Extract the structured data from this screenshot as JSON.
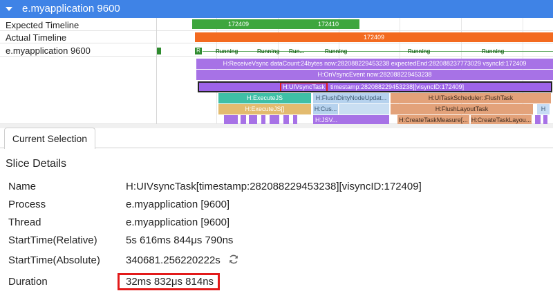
{
  "header": {
    "title": "e.myapplication 9600"
  },
  "rows": {
    "expected": "Expected Timeline",
    "actual": "Actual Timeline",
    "process": "e.myapplication 9600"
  },
  "bars": {
    "expected_1": "172409",
    "expected_2": "172410",
    "actual_1": "172409"
  },
  "thread_state": {
    "r": "R",
    "running": "Running",
    "running_short": "Run..."
  },
  "slices": {
    "receive_vsync": "H:ReceiveVsync dataCount:24bytes now:282088229453238 expectedEnd:282088237773029 vsyncId:172409",
    "on_vsync": "H:OnVsyncEvent now:282088229453238",
    "ui_vsync_name": "H:UIVsyncTask",
    "ui_vsync_rest": "timestamp:282088229453238][visyncID:172409]",
    "execute_js": "H:ExecuteJS",
    "flush_dirty": "H:FlushDirtyNodeUpdat...",
    "flush_task": "H:UITaskScheduler::FlushTask",
    "execute_js2": "H:ExecuteJS[]",
    "cus": "H:Cus...",
    "flush_layout": "H:FlushLayoutTask",
    "h_single": "H",
    "jsv": "H:JSV...",
    "create_measure": "H:CreateTaskMeasure[...",
    "create_layout": "H:CreateTaskLayou..."
  },
  "panel": {
    "tab": "Current Selection",
    "section_title": "Slice Details",
    "fields": [
      {
        "label": "Name",
        "value": "H:UIVsyncTask[timestamp:282088229453238][visyncID:172409]"
      },
      {
        "label": "Process",
        "value": "e.myapplication [9600]"
      },
      {
        "label": "Thread",
        "value": "e.myapplication [9600]"
      },
      {
        "label": "StartTime(Relative)",
        "value": "5s 616ms 844μs 790ns"
      },
      {
        "label": "StartTime(Absolute)",
        "value": "340681.256220222s"
      },
      {
        "label": "Duration",
        "value": "32ms 832μs 814ns"
      }
    ]
  },
  "colors": {
    "header": "#3f83e6",
    "expected": "#3ea63e",
    "actual": "#f36a1f",
    "slice_purple": "#a772e6",
    "highlight": "#e21a1a"
  },
  "icons": {
    "collapse": "triangle-down-icon",
    "refresh": "refresh-icon"
  }
}
